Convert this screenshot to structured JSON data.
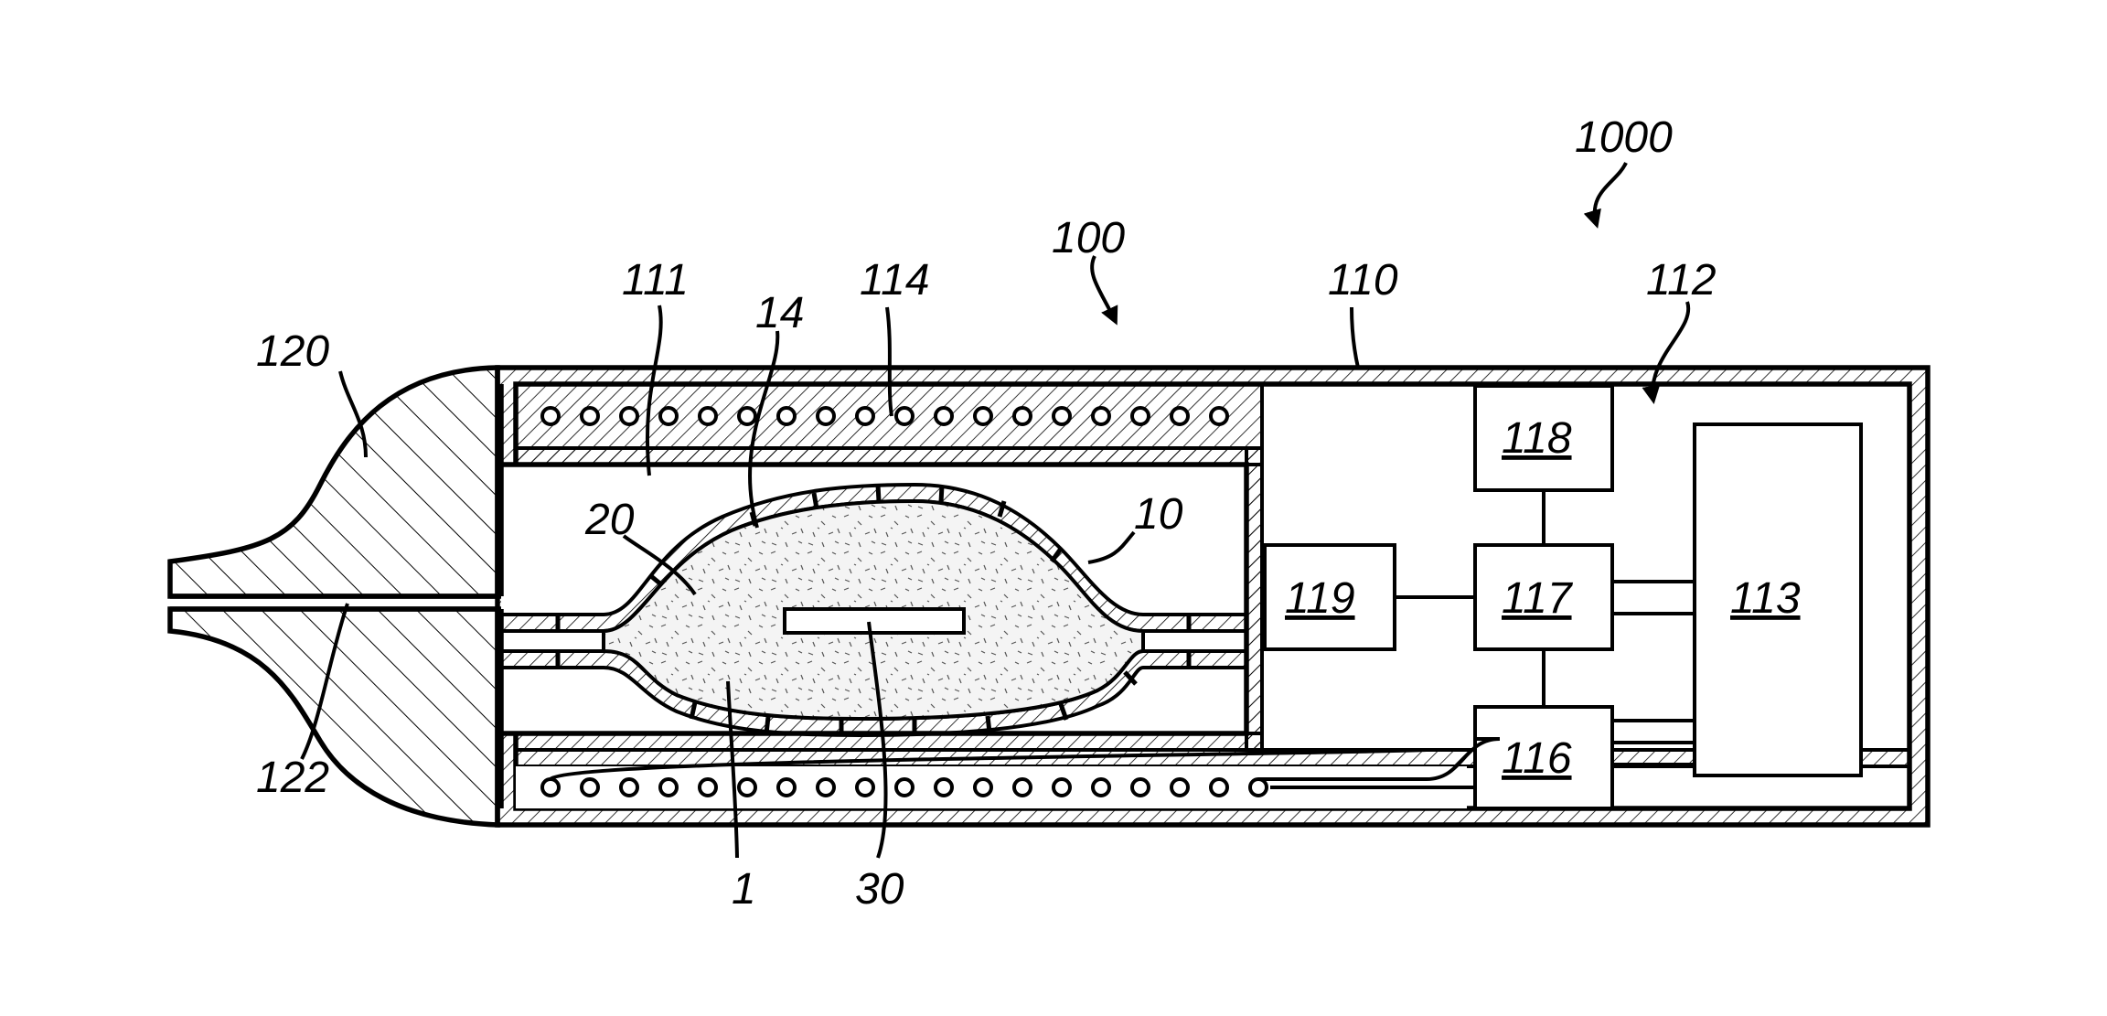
{
  "labels": {
    "system": "1000",
    "device": "100",
    "housing": "110",
    "inner_wall": "111",
    "chamber": "112",
    "power": "113",
    "coil": "114",
    "control_116": "116",
    "control_117": "117",
    "control_118": "118",
    "control_119": "119",
    "mouthpiece": "120",
    "channel": "122",
    "article": "1",
    "wrapper": "10",
    "perforation": "14",
    "substrate": "20",
    "susceptor": "30"
  },
  "colors": {
    "line": "#000000",
    "background": "#ffffff",
    "filler": "#f2f2f2"
  }
}
